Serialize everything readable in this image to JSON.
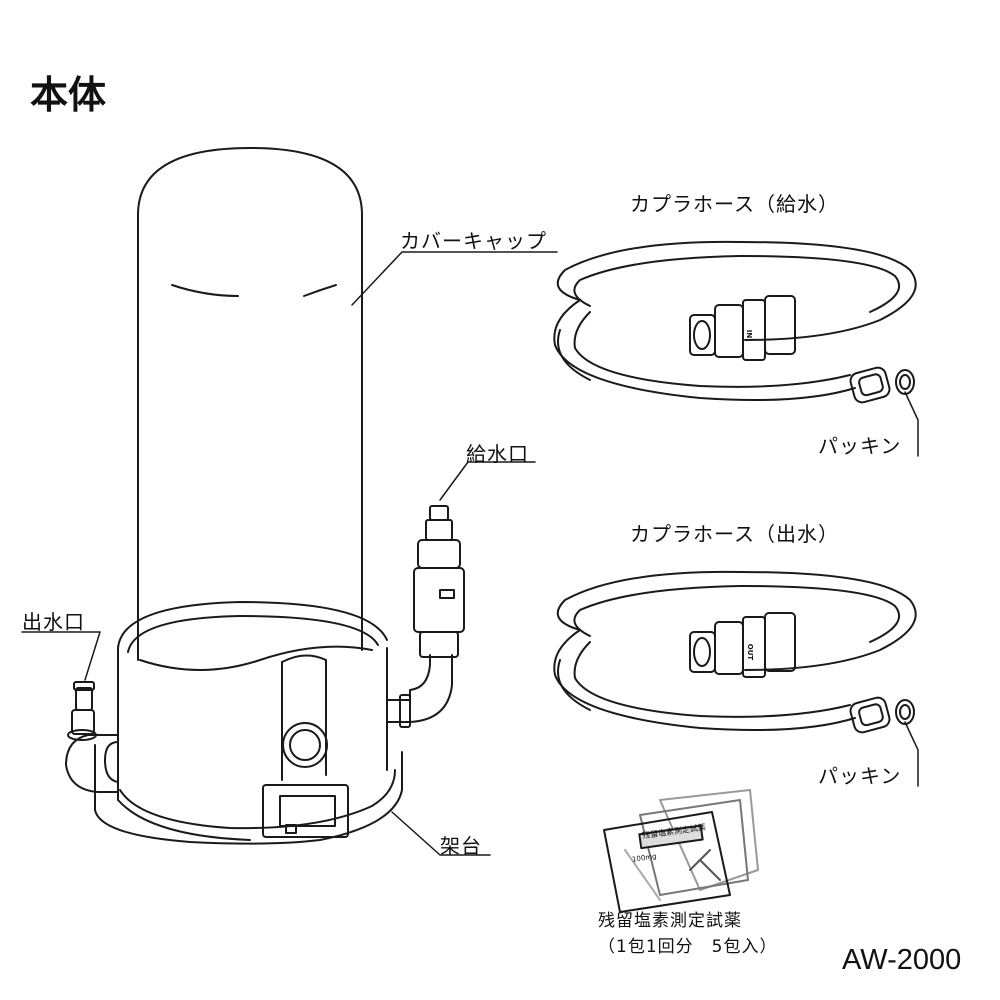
{
  "page": {
    "title": "本体",
    "model": "AW-2000"
  },
  "labels": {
    "cover_cap": "カバーキャップ",
    "inlet": "給水口",
    "outlet": "出水口",
    "stand": "架台",
    "hose_supply": "カプラホース（給水）",
    "hose_outlet": "カプラホース（出水）",
    "packing_1": "パッキン",
    "packing_2": "パッキン",
    "reagent_line1": "残留塩素測定試薬",
    "reagent_line2": "（1包1回分　5包入）"
  },
  "packet_text": {
    "header": "残留塩素測定試薬",
    "amount": "100mg"
  },
  "coupler_marks": {
    "supply": "IN",
    "outlet": "OUT"
  }
}
